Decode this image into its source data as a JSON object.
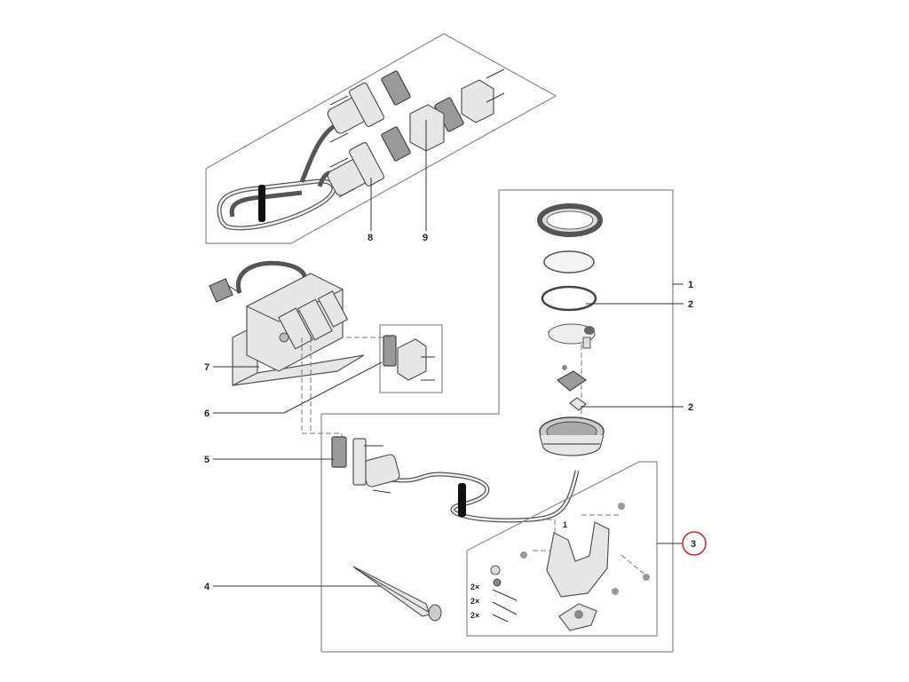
{
  "callouts": {
    "c1": "1",
    "c2a": "2",
    "c2b": "2",
    "c3": "3",
    "c4": "4",
    "c5": "5",
    "c6": "6",
    "c7": "7",
    "c8": "8",
    "c9": "9",
    "inner1": "1"
  },
  "qty": {
    "q1": "2×",
    "q2": "2×",
    "q3": "2×"
  },
  "colors": {
    "highlight_circle": "#cc2222"
  }
}
